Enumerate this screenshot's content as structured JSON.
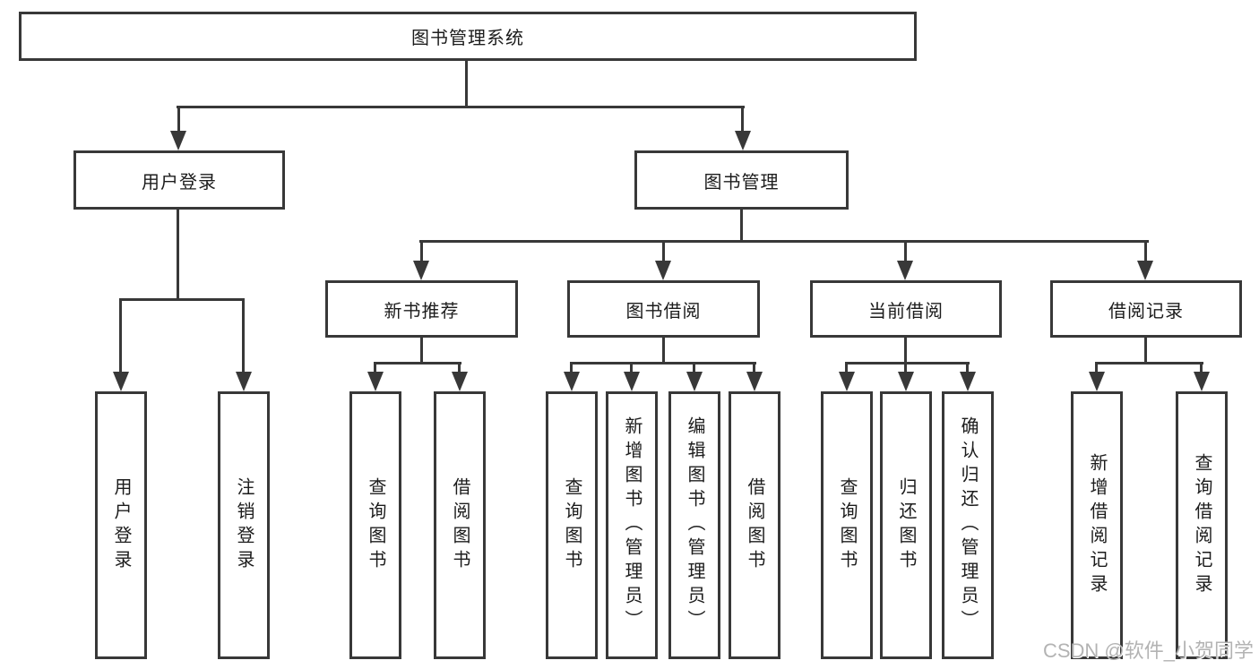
{
  "diagram": {
    "type": "hierarchy-tree",
    "colors": {
      "line": "#383838",
      "box_border": "#383838",
      "box_bg": "#ffffff",
      "text": "#1c1c1c",
      "watermark": "#b3b3b3"
    }
  },
  "tree": {
    "root": {
      "label": "图书管理系统"
    },
    "branches": [
      {
        "label": "用户登录",
        "children": [
          {
            "label": "用户登录"
          },
          {
            "label": "注销登录"
          }
        ]
      },
      {
        "label": "图书管理",
        "groups": [
          {
            "label": "新书推荐",
            "children": [
              {
                "label": "查询图书"
              },
              {
                "label": "借阅图书"
              }
            ]
          },
          {
            "label": "图书借阅",
            "children": [
              {
                "label": "查询图书"
              },
              {
                "label": "新增图书（管理员）"
              },
              {
                "label": "编辑图书（管理员）"
              },
              {
                "label": "借阅图书"
              }
            ]
          },
          {
            "label": "当前借阅",
            "children": [
              {
                "label": "查询图书"
              },
              {
                "label": "归还图书"
              },
              {
                "label": "确认归还（管理员）"
              }
            ]
          },
          {
            "label": "借阅记录",
            "children": [
              {
                "label": "新增借阅记录"
              },
              {
                "label": "查询借阅记录"
              }
            ]
          }
        ]
      }
    ]
  },
  "watermark": "CSDN @软件_小贺同学"
}
